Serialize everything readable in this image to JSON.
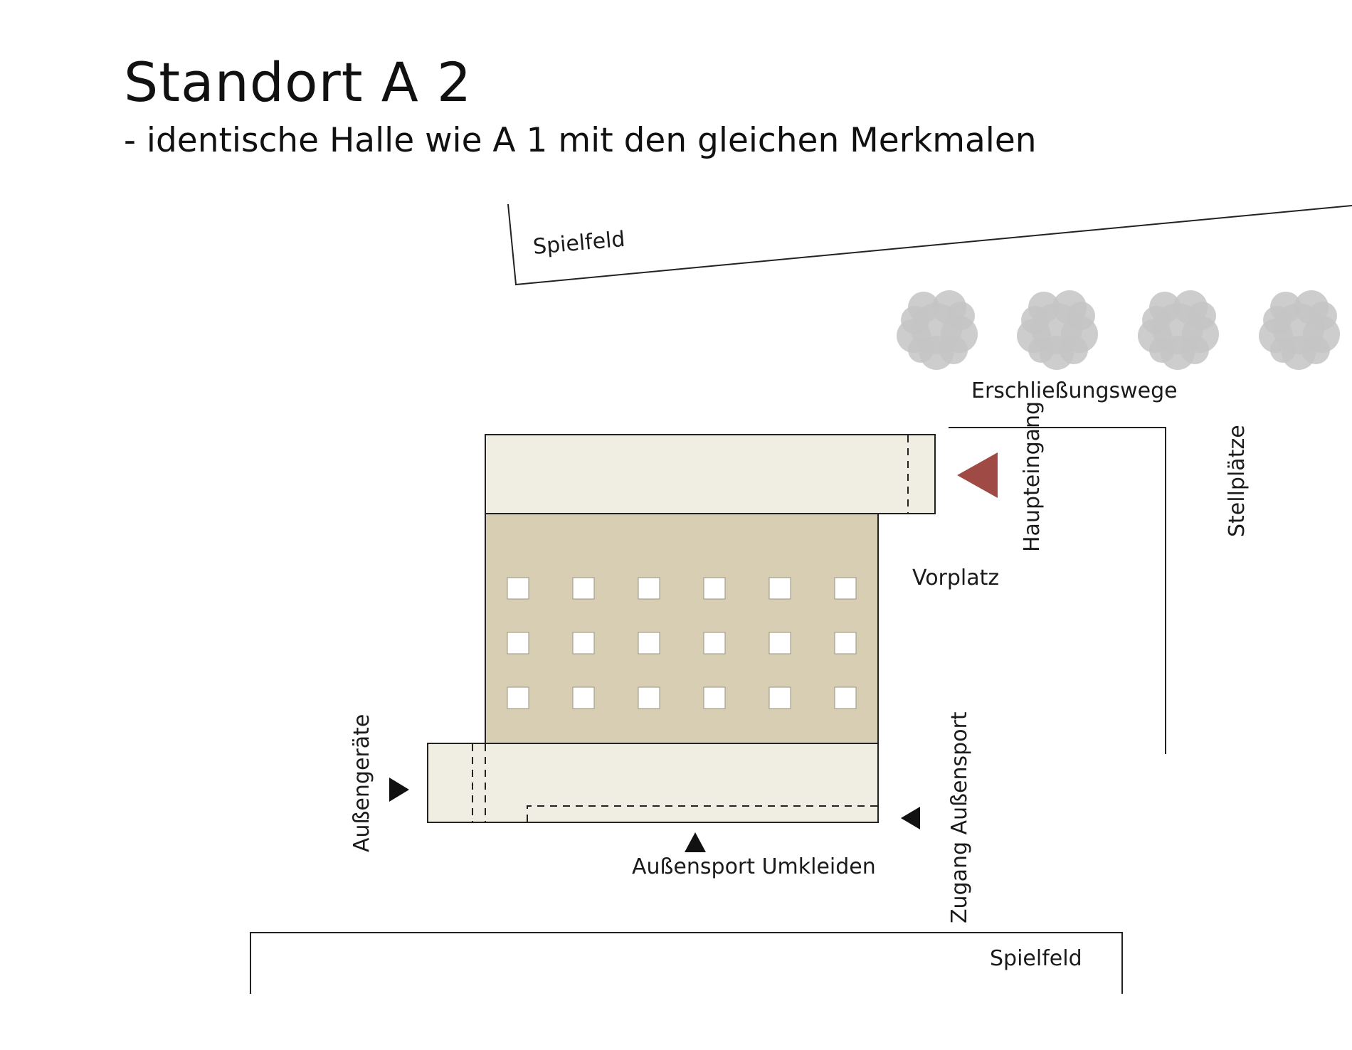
{
  "title": "Standort A 2",
  "subtitle": "- identische Halle wie A 1 mit den gleichen Merkmalen",
  "labels": {
    "field_top": "Spielfeld",
    "access_path": "Erschließungswege",
    "main_entrance": "Haupteingang",
    "parking": "Stellplätze",
    "forecourt": "Vorplatz",
    "outdoor_equipment": "Außengeräte",
    "outdoor_changing": "Außensport Umkleiden",
    "outdoor_access": "Zugang Außensport",
    "field_bottom": "Spielfeld"
  },
  "colors": {
    "hall": "#d8ceb3",
    "annex": "#f0ede2",
    "entrance_marker": "#a04a46",
    "tree": "#c4c4c4",
    "line": "#222222"
  },
  "skylight_grid": {
    "rows": 3,
    "cols": 6
  },
  "trees": [
    "tree-icon",
    "tree-icon",
    "tree-icon",
    "tree-icon"
  ]
}
